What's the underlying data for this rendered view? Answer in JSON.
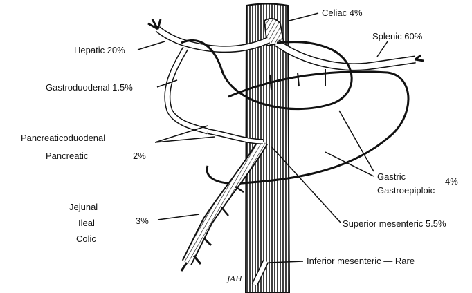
{
  "labels": {
    "celiac": "Celiac 4%",
    "splenic": "Splenic 60%",
    "hepatic": "Hepatic 20%",
    "gastroduodenal": "Gastroduodenal 1.5%",
    "pancreaticoduodenal": "Pancreaticoduodenal",
    "pancreatic": "Pancreatic",
    "pancreatic_pct": "2%",
    "gastric": "Gastric",
    "gastroepiploic": "Gastroepiploic",
    "gastric_pct": "4%",
    "jejunal": "Jejunal",
    "ileal": "Ileal",
    "colic": "Colic",
    "jic_pct": "3%",
    "superior_mesenteric": "Superior mesenteric 5.5%",
    "inferior_mesenteric": "Inferior mesenteric — Rare",
    "signature": "JAH"
  },
  "colors": {
    "ink": "#111111",
    "background": "#ffffff"
  }
}
